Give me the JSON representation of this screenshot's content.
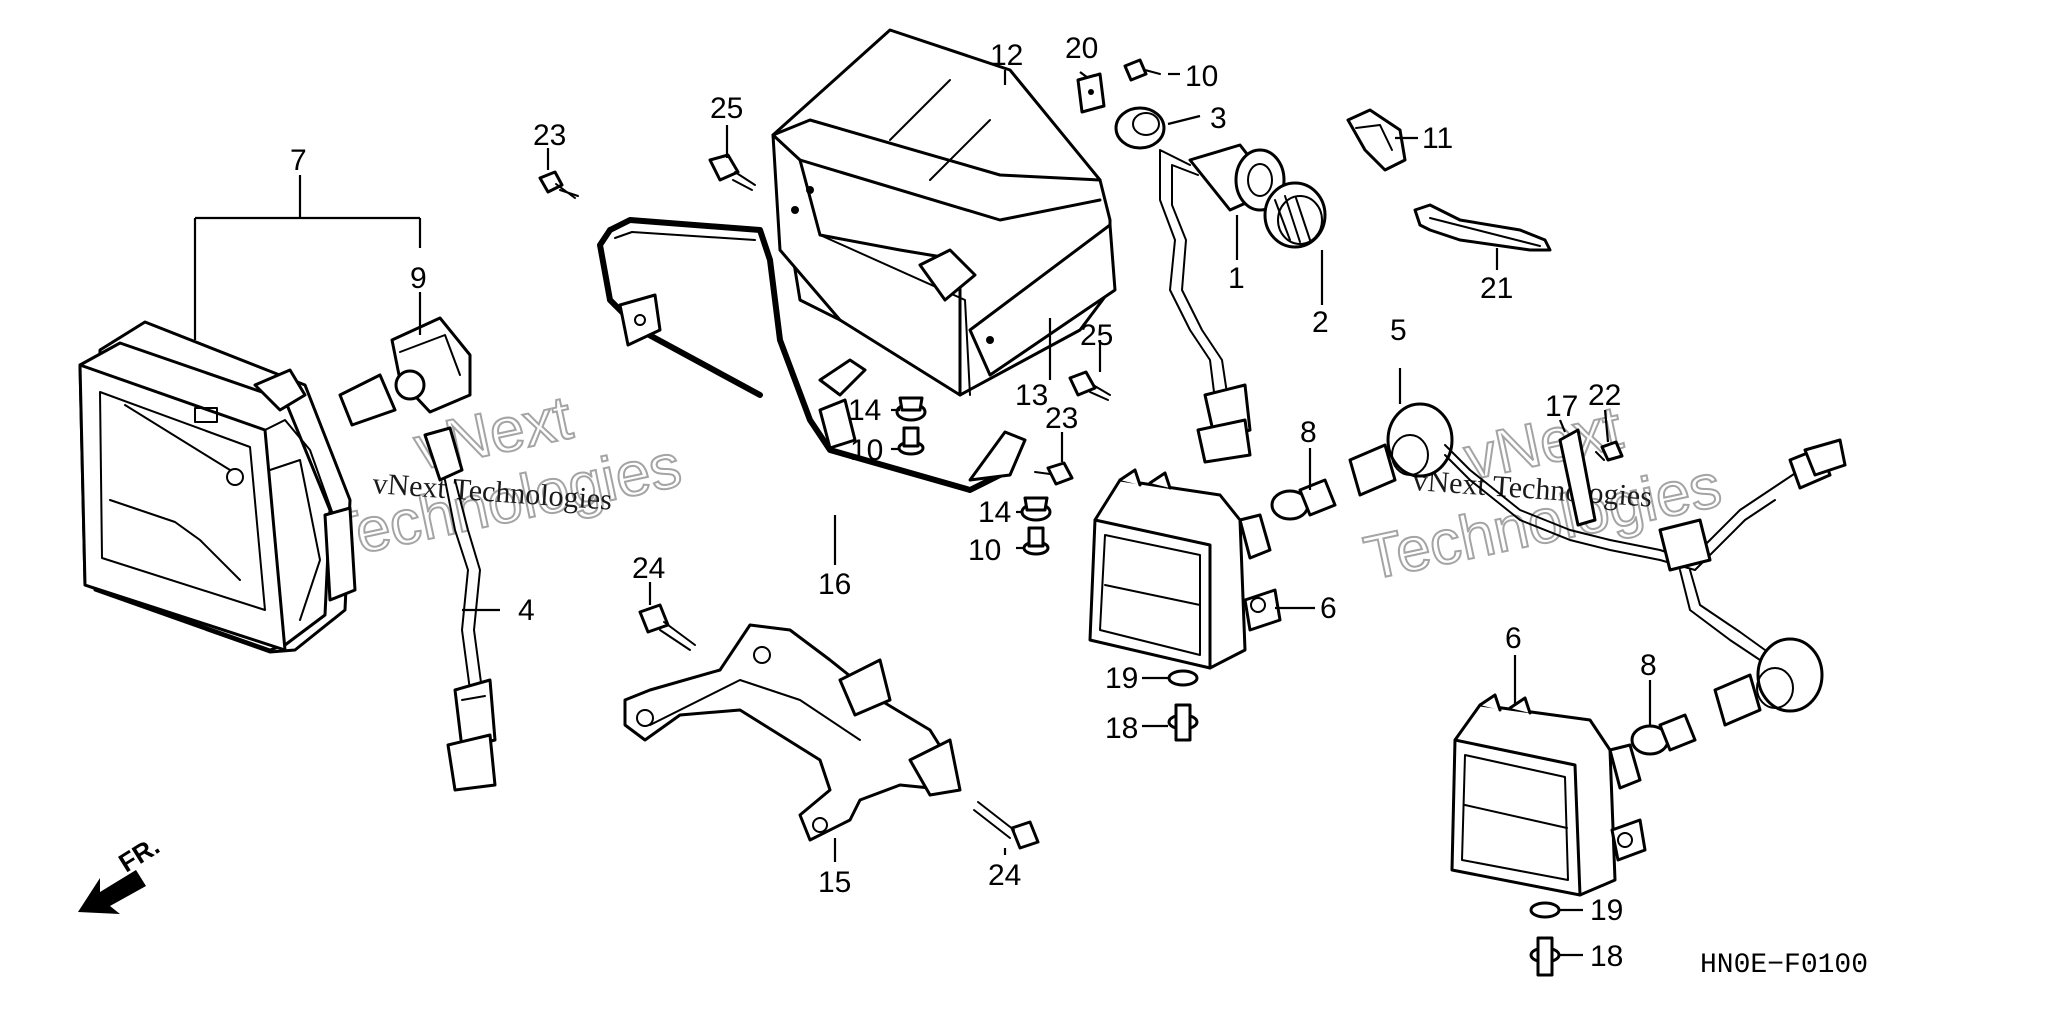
{
  "diagram": {
    "code": "HN0E−F0100",
    "front_label": "FR.",
    "watermark_line1": "vNext Technologies",
    "watermark_line2": "Technologies",
    "watermark_diag": "vNext"
  },
  "callouts": {
    "c1": "1",
    "c2": "2",
    "c3": "3",
    "c4": "4",
    "c5": "5",
    "c6a": "6",
    "c6b": "6",
    "c7": "7",
    "c8a": "8",
    "c8b": "8",
    "c9": "9",
    "c10a": "10",
    "c10b": "10",
    "c10c": "10",
    "c11": "11",
    "c12": "12",
    "c13": "13",
    "c14a": "14",
    "c14b": "14",
    "c15": "15",
    "c16": "16",
    "c17": "17",
    "c18a": "18",
    "c18b": "18",
    "c19a": "19",
    "c19b": "19",
    "c20": "20",
    "c21": "21",
    "c22": "22",
    "c23a": "23",
    "c23b": "23",
    "c24a": "24",
    "c24b": "24",
    "c25a": "25",
    "c25b": "25"
  }
}
